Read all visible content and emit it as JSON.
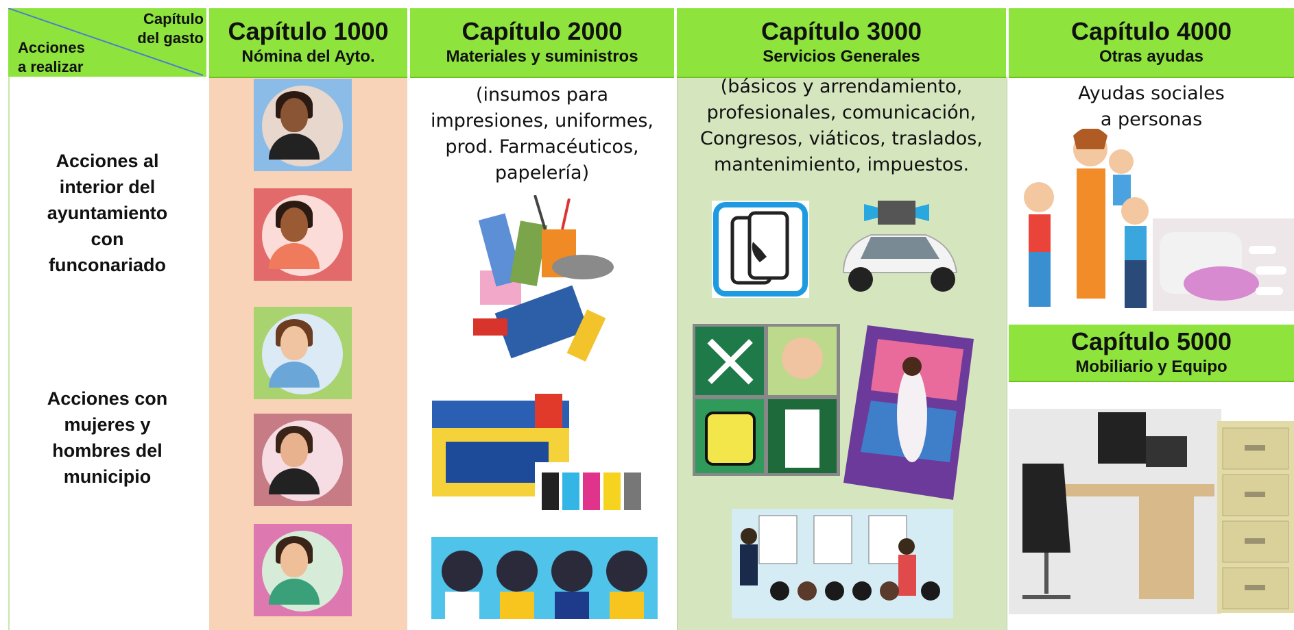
{
  "corner": {
    "top_right": "Capítulo\ndel gasto",
    "bottom_left": "Acciones\na realizar"
  },
  "chapters": [
    {
      "number": "Capítulo 1000",
      "title": "Nómina del Ayto."
    },
    {
      "number": "Capítulo 2000",
      "title": "Materiales y suministros",
      "description": "(insumos para\nimpresiones, uniformes,\nprod. Farmacéuticos,\npapelería)"
    },
    {
      "number": "Capítulo 3000",
      "title": "Servicios Generales",
      "description": "(básicos y arrendamiento,\nprofesionales, comunicación,\nCongresos, viáticos, traslados,\nmantenimiento, impuestos."
    },
    {
      "number": "Capítulo 4000",
      "title": "Otras ayudas",
      "description": "Ayudas sociales\na personas"
    },
    {
      "number": "Capítulo 5000",
      "title": "Mobiliario y Equipo"
    }
  ],
  "rows": [
    {
      "label": "Acciones al\ninterior del\nayuntamiento\ncon\nfunconariado"
    },
    {
      "label": "Acciones con\nmujeres y\nhombres del\nmunicipio"
    }
  ],
  "colors": {
    "header_green": "#8ee33c",
    "col1_bg": "#f9d3b8",
    "col3_bg": "#d5e6bf"
  },
  "icons": [
    "woman-avatar-icon",
    "stationery-icon",
    "paper-ink-icon",
    "masks-people-icon",
    "phone-icon",
    "car-icon",
    "services-grid-icon",
    "poster-icon",
    "presentation-icon",
    "family-icon",
    "hygiene-products-icon",
    "office-desk-icon",
    "filing-cabinet-icon"
  ]
}
